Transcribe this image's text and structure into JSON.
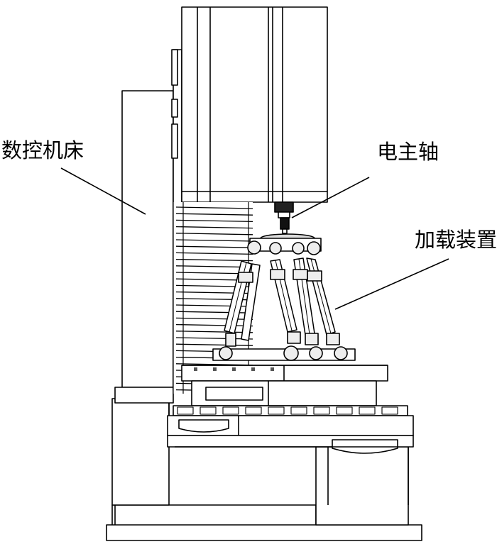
{
  "labels": {
    "cnc_machine": "数控机床",
    "spindle": "电主轴",
    "loading_device": "加载装置"
  },
  "colors": {
    "line": "#000000",
    "face": "#ffffff",
    "shade": "#d9d9d9",
    "dark": "#333333"
  }
}
